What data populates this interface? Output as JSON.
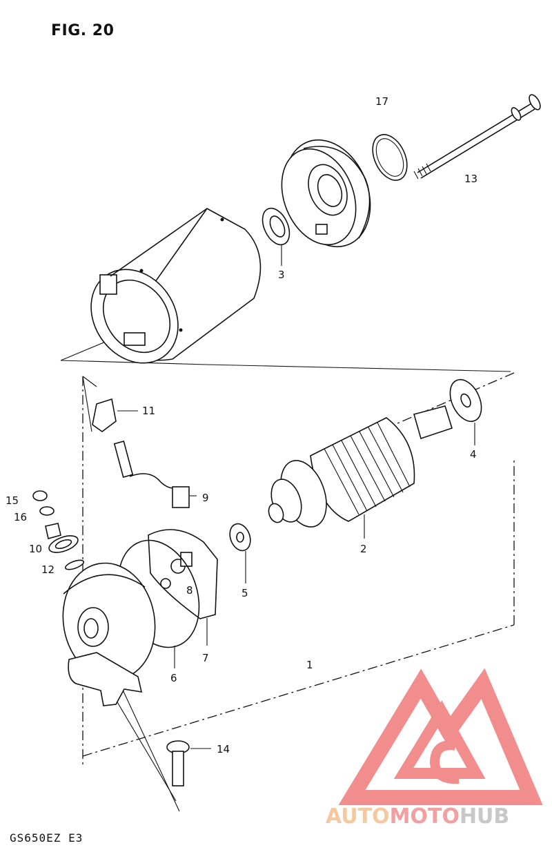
{
  "figure": {
    "title": "FIG. 20",
    "model_code": "GS650EZ  E3"
  },
  "callouts": [
    {
      "id": "1",
      "label": "1"
    },
    {
      "id": "2",
      "label": "2"
    },
    {
      "id": "3",
      "label": "3"
    },
    {
      "id": "4",
      "label": "4"
    },
    {
      "id": "5",
      "label": "5"
    },
    {
      "id": "6",
      "label": "6"
    },
    {
      "id": "7",
      "label": "7"
    },
    {
      "id": "8",
      "label": "8"
    },
    {
      "id": "9",
      "label": "9"
    },
    {
      "id": "10",
      "label": "10"
    },
    {
      "id": "11",
      "label": "11"
    },
    {
      "id": "12",
      "label": "12"
    },
    {
      "id": "13",
      "label": "13"
    },
    {
      "id": "14",
      "label": "14"
    },
    {
      "id": "15",
      "label": "15"
    },
    {
      "id": "16",
      "label": "16"
    },
    {
      "id": "17",
      "label": "17"
    }
  ],
  "watermark": {
    "part1": "AUTO",
    "part2": "MOTO",
    "part3": "HUB",
    "color_part1": "#f5c9a0",
    "color_part2": "#f0a0a0",
    "color_part3": "#c8c8c8",
    "logo_color": "#f07a7a"
  }
}
